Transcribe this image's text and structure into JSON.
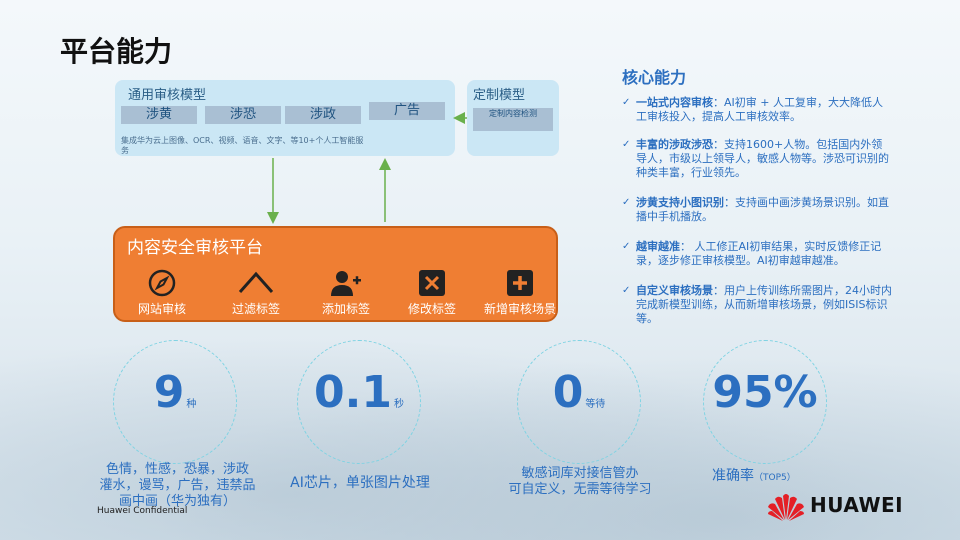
{
  "page": {
    "title": "平台能力"
  },
  "general_model": {
    "title": "通用审核模型",
    "tags": [
      "涉黄",
      "涉恐",
      "涉政",
      "广告"
    ],
    "desc": "集成华为云上图像、OCR、视频、语音、文字、等10+个人工智能服务"
  },
  "custom_model": {
    "title": "定制模型",
    "tag": "定制内容检测"
  },
  "platform": {
    "title": "内容安全审核平台",
    "features": [
      "网站审核",
      "过滤标签",
      "添加标签",
      "修改标签",
      "新增审核场景"
    ]
  },
  "stats": [
    {
      "value": "9",
      "unit": "种",
      "caption": [
        "色情，性感，恐暴，涉政",
        "灌水，谩骂，广告，违禁品",
        "画中画（华为独有）"
      ]
    },
    {
      "value": "0.1",
      "unit": "秒",
      "caption": [
        "AI芯片，单张图片处理"
      ]
    },
    {
      "value": "0",
      "unit": "等待",
      "caption": [
        "敏感词库对接信管办",
        "可自定义，无需等待学习"
      ]
    },
    {
      "value": "95%",
      "unit": "",
      "caption": [
        "准确率"
      ],
      "caption_note": "（TOP5）"
    }
  ],
  "core": {
    "title": "核心能力",
    "items": [
      {
        "bold": "一站式内容审核",
        "text": "：AI初审 + 人工复审，大大降低人工审核投入，提高人工审核效率。"
      },
      {
        "bold": "丰富的涉政涉恐",
        "text": "：支持1600+人物。包括国内外领导人，市级以上领导人，敏感人物等。涉恐可识别的种类丰富，行业领先。"
      },
      {
        "bold": "涉黄支持小图识别",
        "text": "：支持画中画涉黄场景识别。如直播中手机播放。"
      },
      {
        "bold": "越审越准",
        "text": "： 人工修正AI初审结果，实时反馈修正记录，逐步修正审核模型。AI初审越审越准。"
      },
      {
        "bold": "自定义审核场景",
        "text": "：用户上传训练所需图片，24小时内完成新模型训练，从而新增审核场景，例如ISIS标识等。"
      }
    ]
  },
  "footer": {
    "confidential": "Huawei Confidential",
    "brand": "HUAWEI"
  },
  "colors": {
    "accent": "#2c6fc0",
    "orange": "#ef7e33",
    "arrow": "#6ab04c"
  }
}
